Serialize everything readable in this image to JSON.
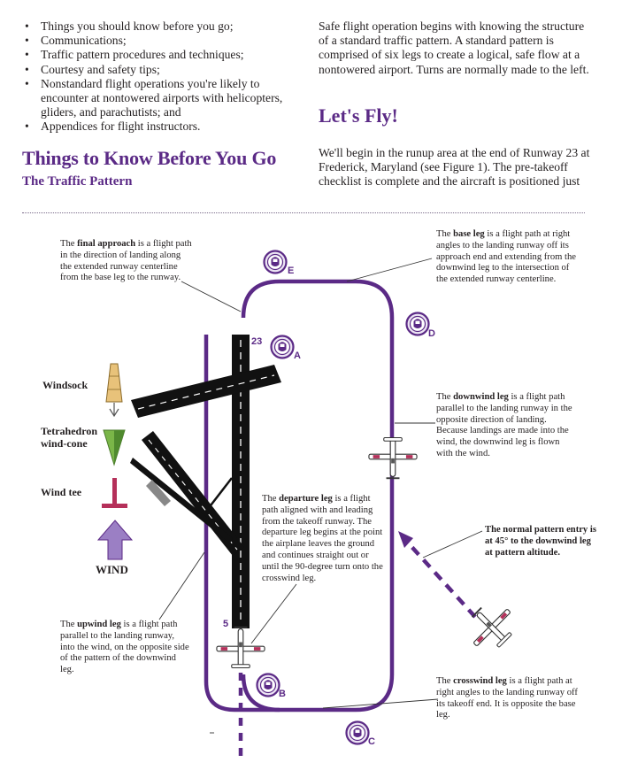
{
  "bullets": [
    "Things you should know before you go;",
    "Communications;",
    "Traffic pattern procedures and techniques;",
    "Courtesy and safety tips;",
    "Nonstandard flight operations you're likely to encounter at nontowered airports with helicopters, gliders, and parachutists; and",
    "Appendices for flight instructors."
  ],
  "section_heading": "Things to Know Before You Go",
  "subsection_heading": "The Traffic Pattern",
  "intro_paragraph": "Safe flight operation begins with knowing the structure of a standard traffic pattern. A standard pattern is comprised of six legs to create a logical, safe flow at a nontowered airport. Turns are normally made to the left.",
  "lets_fly_heading": "Let's Fly!",
  "lets_fly_paragraph": "We'll begin in the runup area at the end of Runway 23 at Frederick, Maryland (see Figure 1). The pre-takeoff checklist is complete and the aircraft is positioned just",
  "diagram": {
    "colors": {
      "accent": "#5b2a86",
      "runway": "#111111",
      "windsock": "#e8c27a",
      "tetrahedron": "#7ab648",
      "wind_tee": "#b5305a",
      "wind_arrow": "#9b7fc4"
    },
    "runway_numbers": {
      "top": "23",
      "bottom": "5"
    },
    "position_letters": [
      "A",
      "B",
      "C",
      "D",
      "E"
    ],
    "wind_labels": {
      "windsock": "Windsock",
      "tetrahedron_line1": "Tetrahedron",
      "tetrahedron_line2": "wind-cone",
      "wind_tee": "Wind tee",
      "wind": "WIND"
    },
    "callouts": {
      "final": {
        "pre": "The ",
        "term": "final approach",
        "post": " is a flight path in the direction of landing along the extended runway centerline from the base leg to the runway."
      },
      "base": {
        "pre": "The ",
        "term": "base leg",
        "post": " is a flight path at right angles to the landing runway off its approach end and extending from the downwind leg to the intersection of the extended runway centerline."
      },
      "downwind": {
        "pre": "The ",
        "term": "downwind leg",
        "post": " is a flight path parallel to the landing runway in the opposite direction of landing. Because landings are made into the wind, the downwind leg is flown with the wind."
      },
      "departure": {
        "pre": "The ",
        "term": "departure leg",
        "post": " is a flight path aligned with and leading from the takeoff runway. The departure leg begins at the point the airplane leaves the ground and continues straight out or until the 90-degree turn onto the crosswind leg."
      },
      "entry": {
        "text": "The normal pattern entry is at 45° to the downwind leg at pattern altitude."
      },
      "upwind": {
        "pre": "The ",
        "term": "upwind leg",
        "post": " is a flight path parallel to the landing runway, into the wind, on the opposite side of the pattern of the downwind leg."
      },
      "crosswind": {
        "pre": "The ",
        "term": "crosswind leg",
        "post": " is a flight path at right angles to the landing runway off its takeoff end. It is opposite the base leg."
      }
    }
  }
}
